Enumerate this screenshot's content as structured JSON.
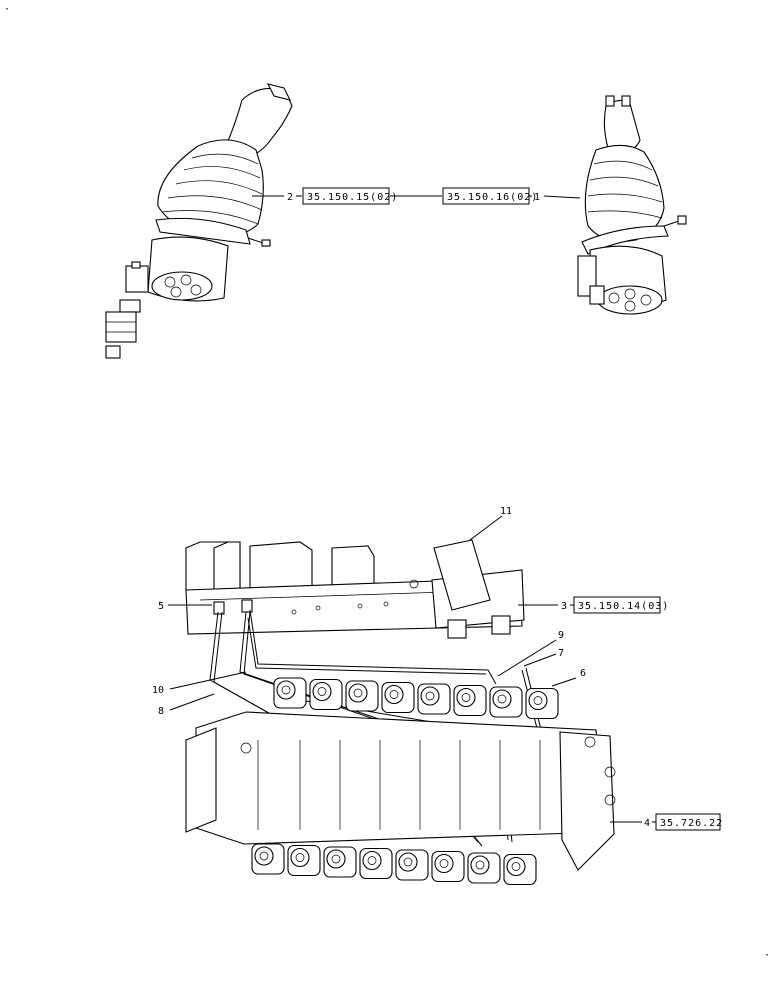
{
  "callouts": {
    "c1": "1",
    "c2": "2",
    "c3": "3",
    "c4": "4",
    "c5": "5",
    "c6": "6",
    "c7": "7",
    "c8": "8",
    "c9": "9",
    "c10": "10",
    "c11": "11"
  },
  "refs": {
    "left_joystick": "35.150.15(02)",
    "right_joystick": "35.150.16(02)",
    "pilot_manifold": "35.150.14(03)",
    "control_valve": "35.726.22"
  },
  "colors": {
    "line": "#000000",
    "background": "#ffffff"
  }
}
